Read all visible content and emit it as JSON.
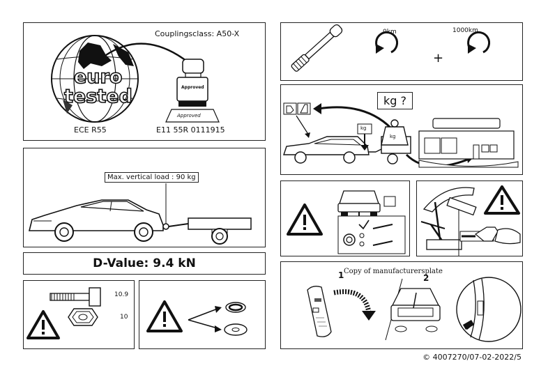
{
  "approval": {
    "class_label": "Couplingsclass: A50-X",
    "logo_word1": "euro",
    "logo_word2": "tested",
    "ece_label": "ECE R55",
    "approval_number": "E11 55R 0111915",
    "stamp_top": "Approved",
    "stamp_bottom": "Approved"
  },
  "torque": {
    "start_label": "0km",
    "later_label": "1000km",
    "plus_sign": "+"
  },
  "weigh": {
    "kg_question": "kg ?",
    "kg_small": "kg",
    "kg_weight": "kg"
  },
  "load": {
    "max_vertical_label": "Max. vertical load : 90 kg"
  },
  "dvalue": {
    "label": "D-Value: 9.4 kN"
  },
  "bolt": {
    "grade_bolt": "10.9",
    "grade_nut": "10"
  },
  "plate": {
    "step1": "1",
    "step2": "2",
    "copy_label": "Copy of manufacturersplate"
  },
  "footer": {
    "document_code": "© 4007270/07-02-2022/5"
  }
}
